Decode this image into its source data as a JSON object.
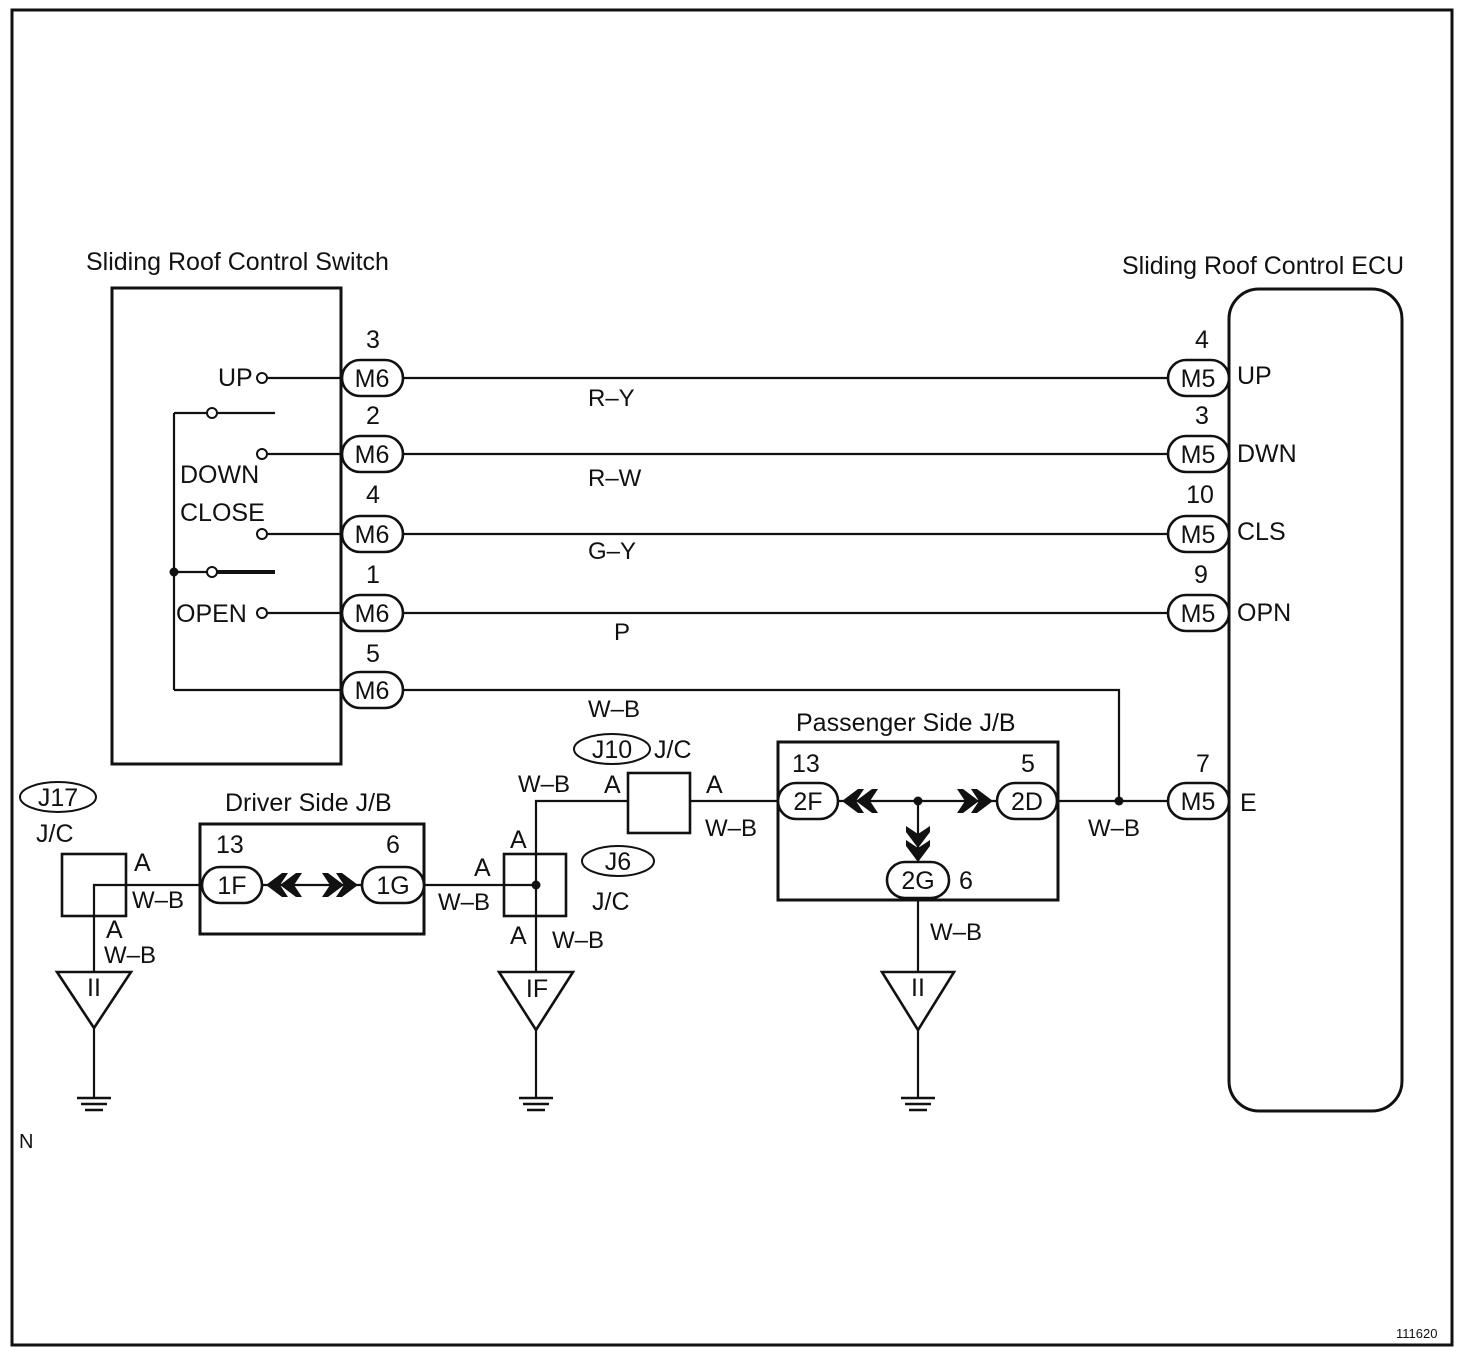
{
  "components": {
    "switch": {
      "title": "Sliding Roof Control Switch",
      "terminals": [
        "UP",
        "DOWN",
        "CLOSE",
        "OPEN"
      ]
    },
    "ecu": {
      "title": "Sliding Roof Control ECU",
      "terminals": [
        "UP",
        "DWN",
        "CLS",
        "OPN",
        "E"
      ]
    },
    "driver_jb": {
      "title": "Driver Side J/B"
    },
    "passenger_jb": {
      "title": "Passenger Side J/B"
    }
  },
  "wires": [
    {
      "from_conn": "M6",
      "from_pin": "3",
      "color": "R–Y",
      "to_conn": "M5",
      "to_pin": "4",
      "to_terminal": "UP"
    },
    {
      "from_conn": "M6",
      "from_pin": "2",
      "color": "R–W",
      "to_conn": "M5",
      "to_pin": "3",
      "to_terminal": "DWN"
    },
    {
      "from_conn": "M6",
      "from_pin": "4",
      "color": "G–Y",
      "to_conn": "M5",
      "to_pin": "10",
      "to_terminal": "CLS"
    },
    {
      "from_conn": "M6",
      "from_pin": "1",
      "color": "P",
      "to_conn": "M5",
      "to_pin": "9",
      "to_terminal": "OPN"
    },
    {
      "from_conn": "M6",
      "from_pin": "5",
      "color": "W–B",
      "to_conn": "M5",
      "to_pin": "7",
      "to_terminal": "E"
    }
  ],
  "junction_connectors": {
    "j17": {
      "id": "J17",
      "type": "J/C",
      "pin_a": "A"
    },
    "j6": {
      "id": "J6",
      "type": "J/C",
      "pin_a": "A"
    },
    "j10": {
      "id": "J10",
      "type": "J/C",
      "pin_a": "A"
    }
  },
  "jb_connectors": {
    "c1f": {
      "id": "1F",
      "pin": "13"
    },
    "c1g": {
      "id": "1G",
      "pin": "6"
    },
    "c2f": {
      "id": "2F",
      "pin": "13"
    },
    "c2d": {
      "id": "2D",
      "pin": "5"
    },
    "c2g": {
      "id": "2G",
      "pin": "6"
    }
  },
  "ground_wire_color": "W–B",
  "grounds": [
    "II",
    "IF",
    "II"
  ],
  "corner_mark": "N",
  "figure_number": "111620"
}
